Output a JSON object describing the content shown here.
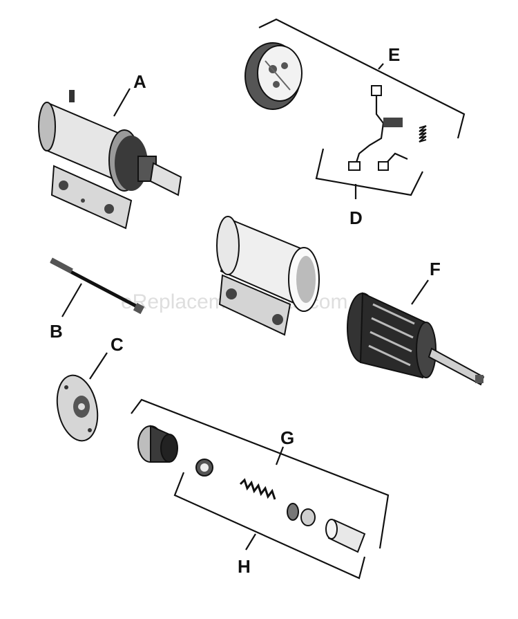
{
  "watermark": "eReplacementParts.com",
  "callouts": {
    "A": "A",
    "B": "B",
    "C": "C",
    "D": "D",
    "E": "E",
    "F": "F",
    "G": "G",
    "H": "H"
  }
}
